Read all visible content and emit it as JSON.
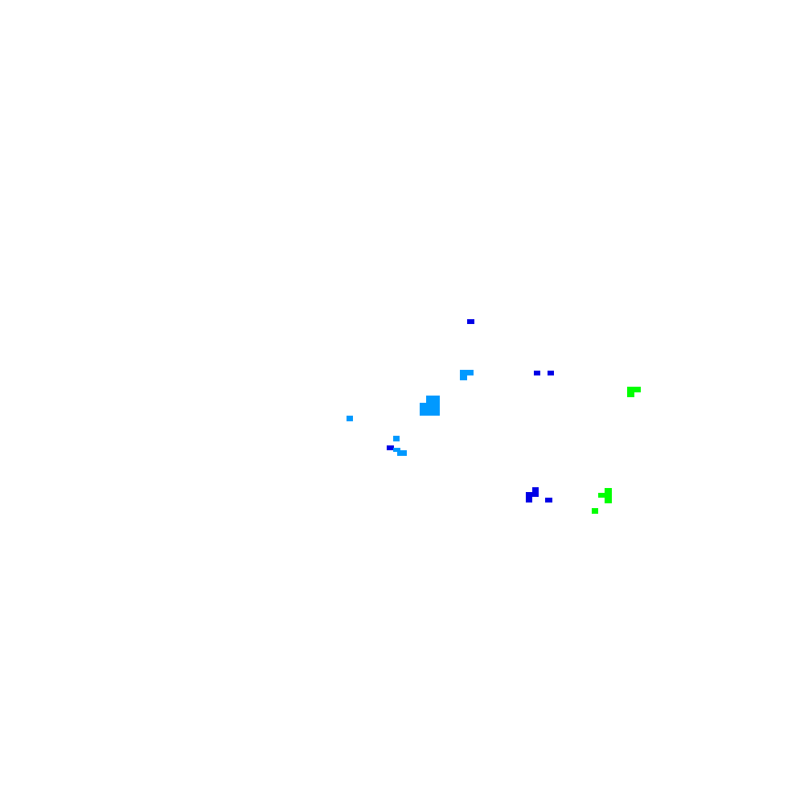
{
  "background_color": "#ffffff",
  "palette": {
    "blue": "#0000e6",
    "sky": "#0099ff",
    "green": "#00ff00"
  },
  "marks": [
    {
      "id": "blue-mark-1",
      "color": "blue"
    },
    {
      "id": "sky-mark-1",
      "color": "sky"
    },
    {
      "id": "blue-mark-2",
      "color": "blue"
    },
    {
      "id": "blue-mark-3",
      "color": "blue"
    },
    {
      "id": "green-mark-1",
      "color": "green"
    },
    {
      "id": "sky-mark-2",
      "color": "sky"
    },
    {
      "id": "sky-mark-3",
      "color": "sky"
    },
    {
      "id": "sky-mark-4",
      "color": "sky"
    },
    {
      "id": "blue-mark-4",
      "color": "blue"
    },
    {
      "id": "sky-mark-5",
      "color": "sky"
    },
    {
      "id": "blue-mark-5",
      "color": "blue"
    },
    {
      "id": "blue-mark-6",
      "color": "blue"
    },
    {
      "id": "green-mark-2",
      "color": "green"
    },
    {
      "id": "green-mark-3",
      "color": "green"
    }
  ]
}
